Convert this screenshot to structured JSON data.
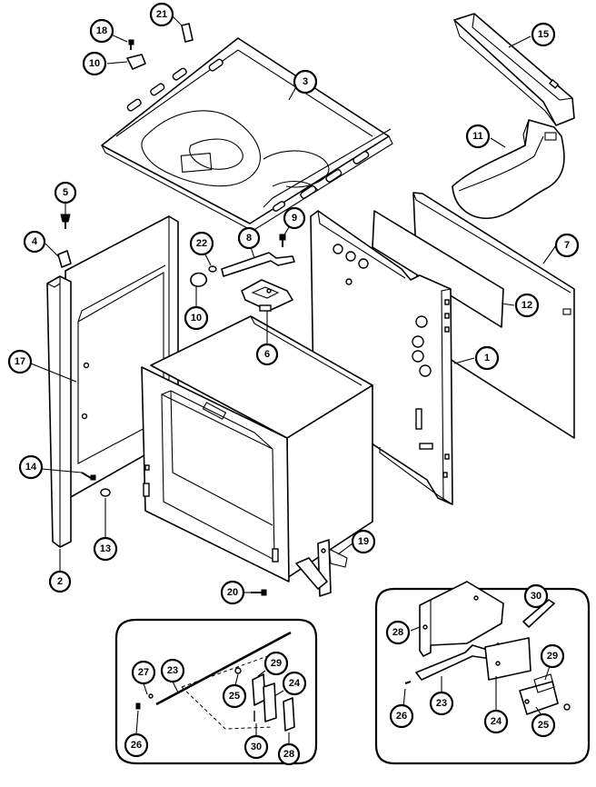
{
  "diagram": {
    "callouts": {
      "p1": "1",
      "p2": "2",
      "p3": "3",
      "p4": "4",
      "p5": "5",
      "p6": "6",
      "p7": "7",
      "p8": "8",
      "p9": "9",
      "p10a": "10",
      "p10b": "10",
      "p11": "11",
      "p12": "12",
      "p13": "13",
      "p14": "14",
      "p15": "15",
      "p17": "17",
      "p18": "18",
      "p19": "19",
      "p20": "20",
      "p21": "21",
      "p22": "22",
      "l23": "23",
      "l24": "24",
      "l25": "25",
      "l26": "26",
      "l27": "27",
      "l28": "28",
      "l29": "29",
      "l30": "30",
      "r23": "23",
      "r24": "24",
      "r25": "25",
      "r26": "26",
      "r28": "28",
      "r29": "29",
      "r30": "30"
    }
  }
}
